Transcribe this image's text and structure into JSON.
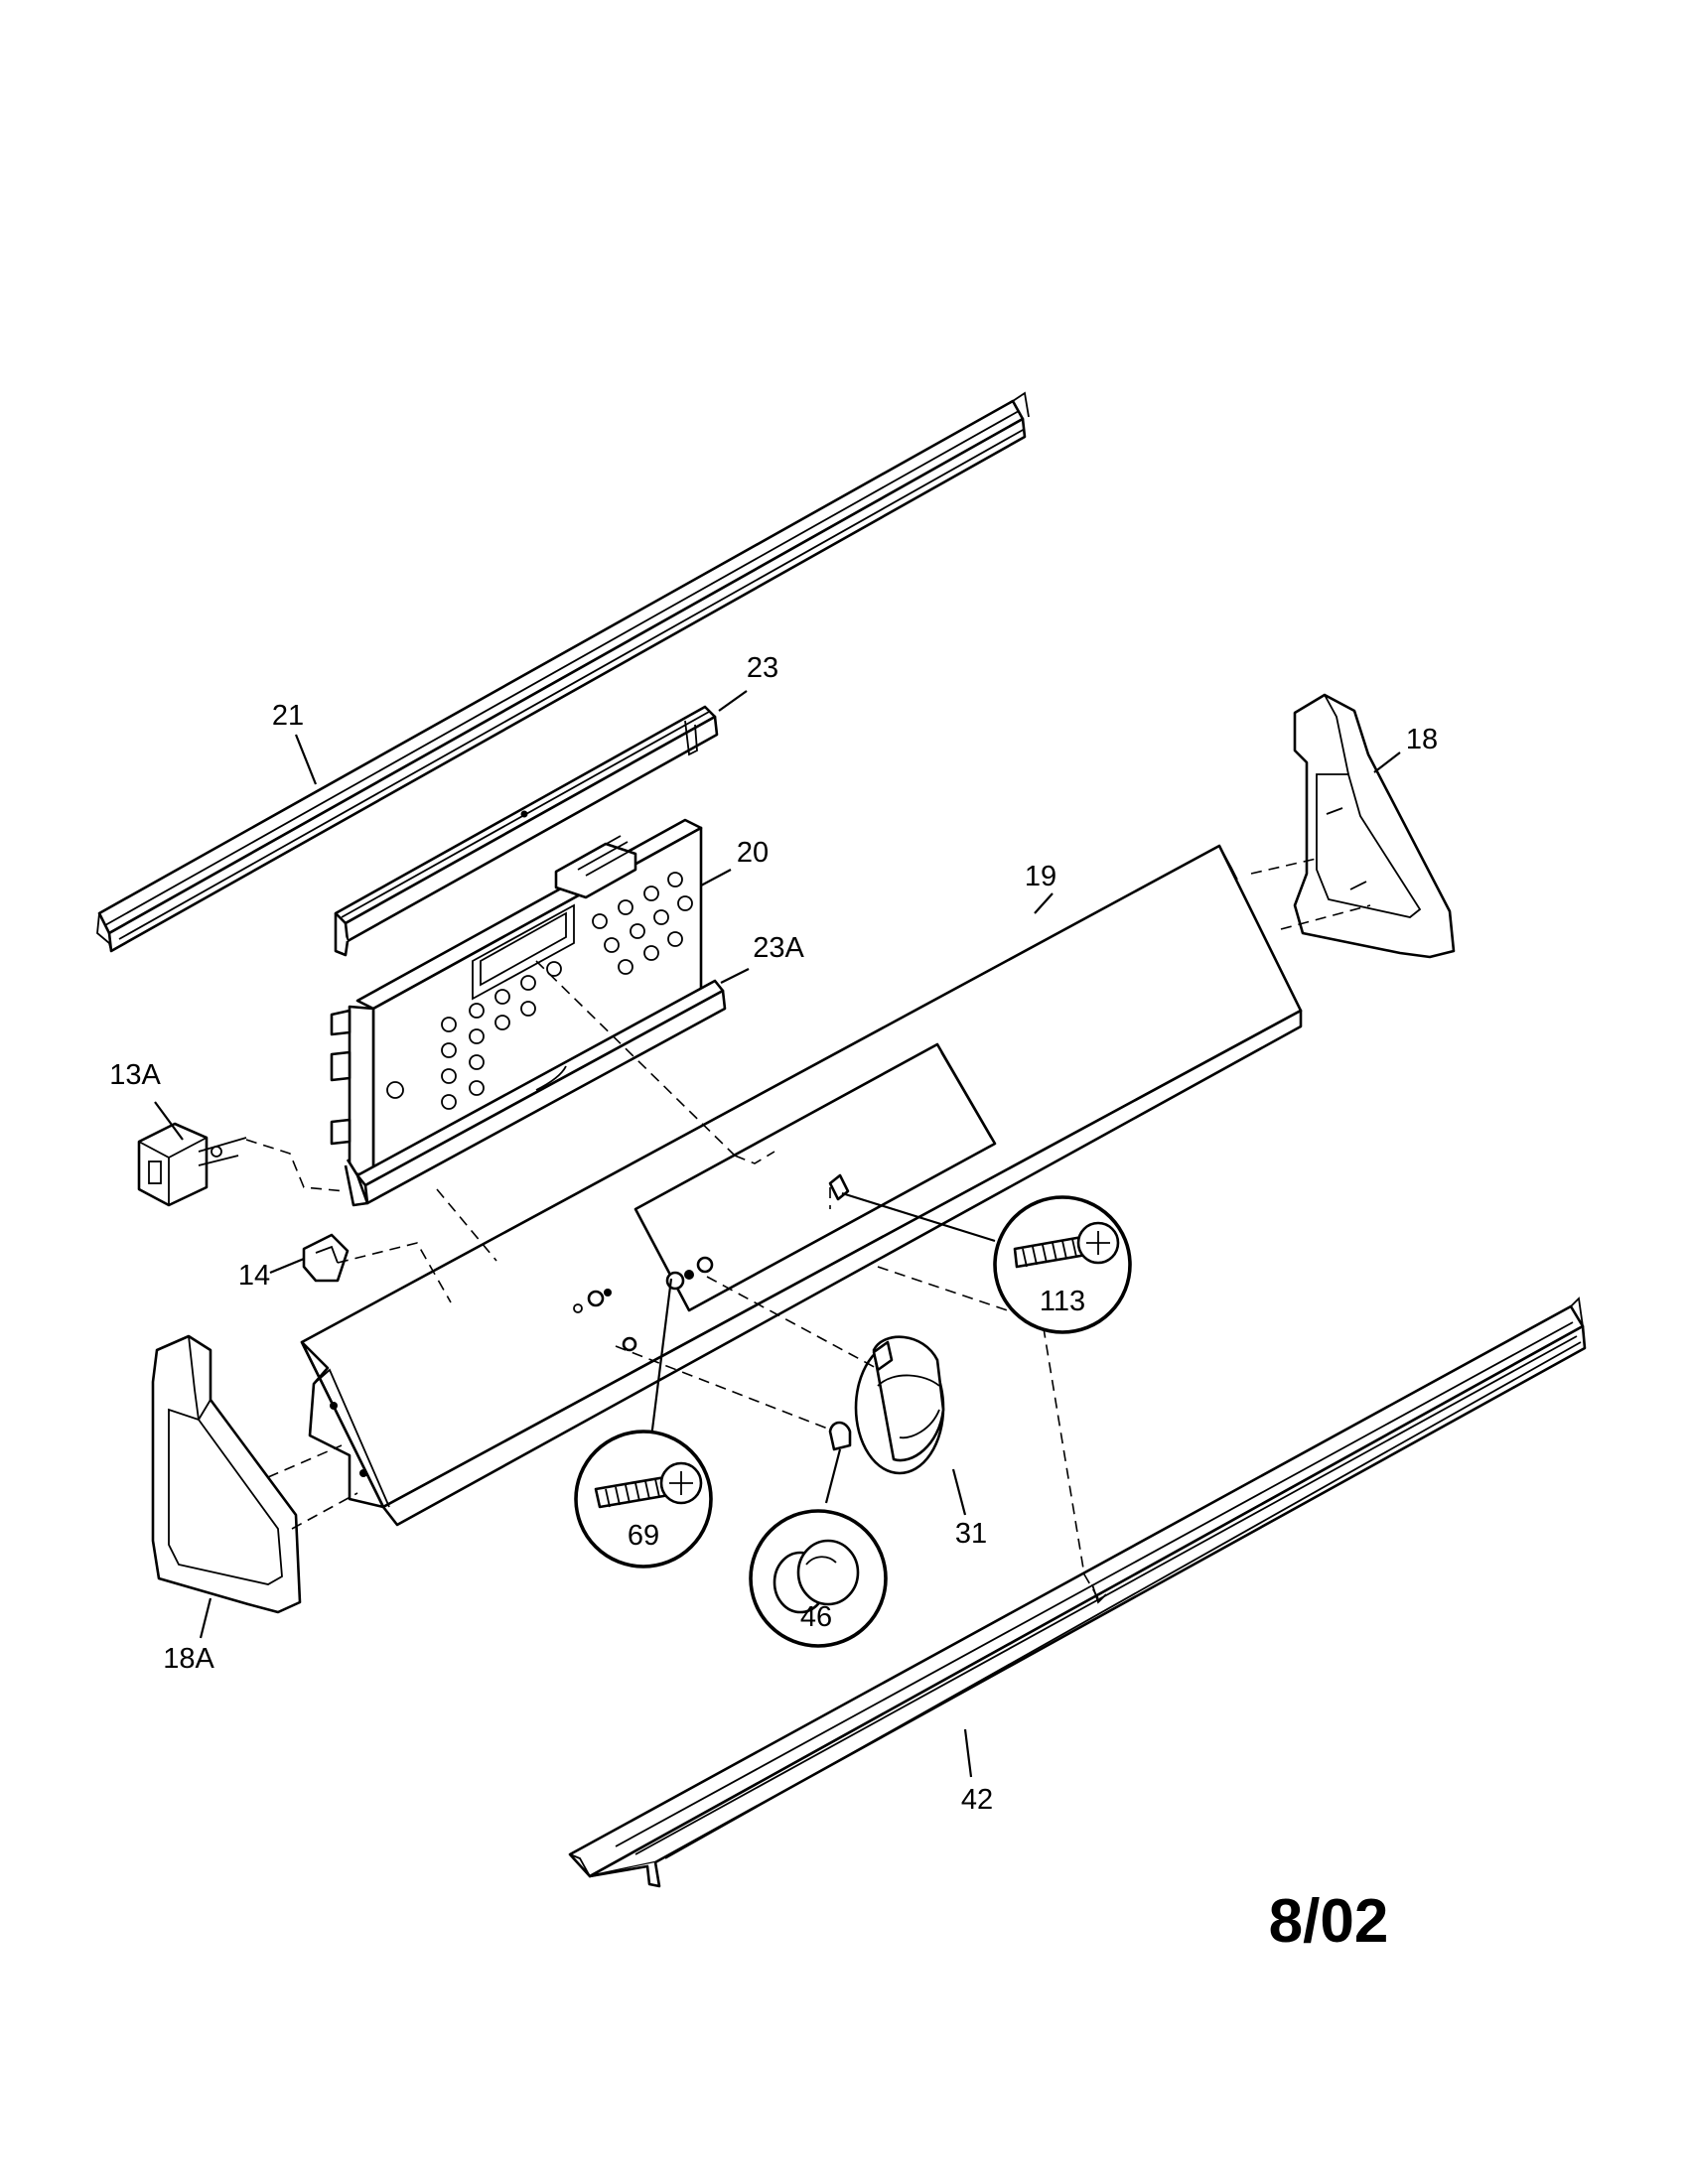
{
  "title": "",
  "revision": "8/02",
  "callouts": [
    {
      "id": "21",
      "label": "21"
    },
    {
      "id": "23",
      "label": "23"
    },
    {
      "id": "20",
      "label": "20"
    },
    {
      "id": "23A",
      "label": "23A"
    },
    {
      "id": "18",
      "label": "18"
    },
    {
      "id": "19",
      "label": "19"
    },
    {
      "id": "13A",
      "label": "13A"
    },
    {
      "id": "14",
      "label": "14"
    },
    {
      "id": "113",
      "label": "113"
    },
    {
      "id": "69",
      "label": "69"
    },
    {
      "id": "46",
      "label": "46"
    },
    {
      "id": "31",
      "label": "31"
    },
    {
      "id": "18A",
      "label": "18A"
    },
    {
      "id": "42",
      "label": "42"
    }
  ]
}
